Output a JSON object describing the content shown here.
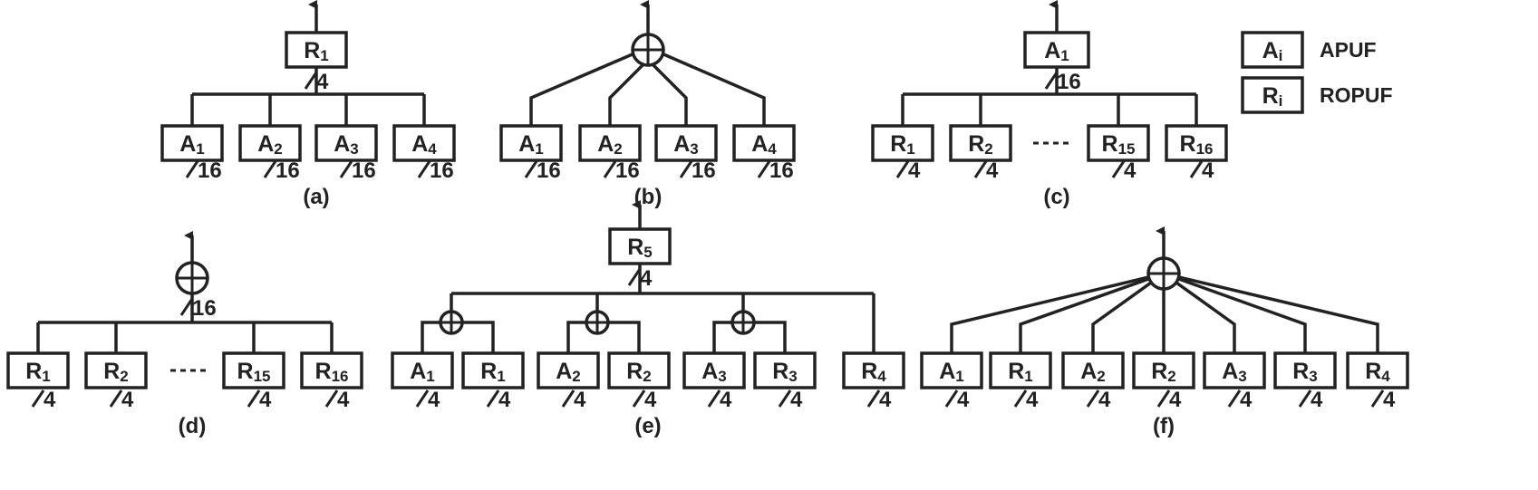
{
  "legend": [
    {
      "symbol_base": "A",
      "symbol_sub": "i",
      "text": "APUF"
    },
    {
      "symbol_base": "R",
      "symbol_sub": "i",
      "text": "ROPUF"
    }
  ],
  "panels": [
    {
      "id": "a",
      "caption": "(a)",
      "root": {
        "type": "box",
        "base": "R",
        "sub": "1",
        "bitwidth": "4"
      },
      "children": [
        {
          "base": "A",
          "sub": "1",
          "bitwidth": "16"
        },
        {
          "base": "A",
          "sub": "2",
          "bitwidth": "16"
        },
        {
          "base": "A",
          "sub": "3",
          "bitwidth": "16"
        },
        {
          "base": "A",
          "sub": "4",
          "bitwidth": "16"
        }
      ]
    },
    {
      "id": "b",
      "caption": "(b)",
      "root": {
        "type": "xor"
      },
      "children": [
        {
          "base": "A",
          "sub": "1",
          "bitwidth": "16"
        },
        {
          "base": "A",
          "sub": "2",
          "bitwidth": "16"
        },
        {
          "base": "A",
          "sub": "3",
          "bitwidth": "16"
        },
        {
          "base": "A",
          "sub": "4",
          "bitwidth": "16"
        }
      ]
    },
    {
      "id": "c",
      "caption": "(c)",
      "root": {
        "type": "box",
        "base": "A",
        "sub": "1",
        "bitwidth": "16"
      },
      "children": [
        {
          "base": "R",
          "sub": "1",
          "bitwidth": "4"
        },
        {
          "base": "R",
          "sub": "2",
          "bitwidth": "4"
        },
        {
          "ellipsis": true
        },
        {
          "base": "R",
          "sub": "15",
          "bitwidth": "4"
        },
        {
          "base": "R",
          "sub": "16",
          "bitwidth": "4"
        }
      ]
    },
    {
      "id": "d",
      "caption": "(d)",
      "root": {
        "type": "xor",
        "bitwidth": "16"
      },
      "children": [
        {
          "base": "R",
          "sub": "1",
          "bitwidth": "4"
        },
        {
          "base": "R",
          "sub": "2",
          "bitwidth": "4"
        },
        {
          "ellipsis": true
        },
        {
          "base": "R",
          "sub": "15",
          "bitwidth": "4"
        },
        {
          "base": "R",
          "sub": "16",
          "bitwidth": "4"
        }
      ]
    },
    {
      "id": "e",
      "caption": "(e)",
      "root": {
        "type": "box",
        "base": "R",
        "sub": "5",
        "bitwidth": "4"
      },
      "groups": [
        {
          "type": "xor",
          "children": [
            {
              "base": "A",
              "sub": "1",
              "bitwidth": "4"
            },
            {
              "base": "R",
              "sub": "1",
              "bitwidth": "4"
            }
          ]
        },
        {
          "type": "xor",
          "children": [
            {
              "base": "A",
              "sub": "2",
              "bitwidth": "4"
            },
            {
              "base": "R",
              "sub": "2",
              "bitwidth": "4"
            }
          ]
        },
        {
          "type": "xor",
          "children": [
            {
              "base": "A",
              "sub": "3",
              "bitwidth": "4"
            },
            {
              "base": "R",
              "sub": "3",
              "bitwidth": "4"
            }
          ]
        },
        {
          "type": "direct",
          "children": [
            {
              "base": "R",
              "sub": "4",
              "bitwidth": "4"
            }
          ]
        }
      ]
    },
    {
      "id": "f",
      "caption": "(f)",
      "root": {
        "type": "xor"
      },
      "children": [
        {
          "base": "A",
          "sub": "1",
          "bitwidth": "4"
        },
        {
          "base": "R",
          "sub": "1",
          "bitwidth": "4"
        },
        {
          "base": "A",
          "sub": "2",
          "bitwidth": "4"
        },
        {
          "base": "R",
          "sub": "2",
          "bitwidth": "4"
        },
        {
          "base": "A",
          "sub": "3",
          "bitwidth": "4"
        },
        {
          "base": "R",
          "sub": "3",
          "bitwidth": "4"
        },
        {
          "base": "R",
          "sub": "4",
          "bitwidth": "4"
        }
      ]
    }
  ]
}
